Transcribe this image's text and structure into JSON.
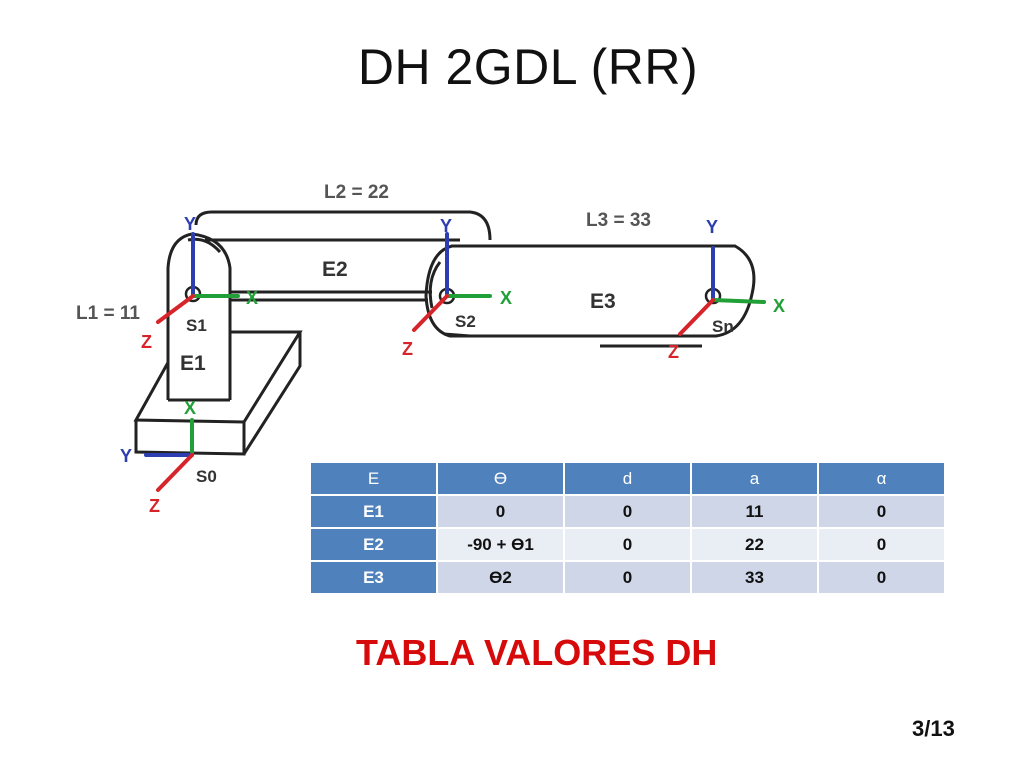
{
  "slide": {
    "title": "DH 2GDL (RR)",
    "caption": "TABLA VALORES DH",
    "page": "3/13"
  },
  "diagram": {
    "links": {
      "l1": "L1 = 11",
      "l2": "L2 = 22",
      "l3": "L3 = 33"
    },
    "links_labels": {
      "e1": "E1",
      "e2": "E2",
      "e3": "E3"
    },
    "frames": {
      "s0": "S0",
      "s1": "S1",
      "s2": "S2",
      "sn": "Sn"
    },
    "axes": {
      "x": "X",
      "y": "Y",
      "z": "Z"
    },
    "colors": {
      "x_axis": "#21a038",
      "y_axis": "#2d3fb0",
      "z_axis": "#d6242a",
      "label": "#555555"
    }
  },
  "table": {
    "headers": [
      "E",
      "Ɵ",
      "d",
      "a",
      "α"
    ],
    "rows": [
      {
        "label": "E1",
        "cells": [
          "0",
          "0",
          "11",
          "0"
        ]
      },
      {
        "label": "E2",
        "cells": [
          "-90 + Ɵ1",
          "0",
          "22",
          "0"
        ]
      },
      {
        "label": "E3",
        "cells": [
          "Ɵ2",
          "0",
          "33",
          "0"
        ]
      }
    ]
  }
}
